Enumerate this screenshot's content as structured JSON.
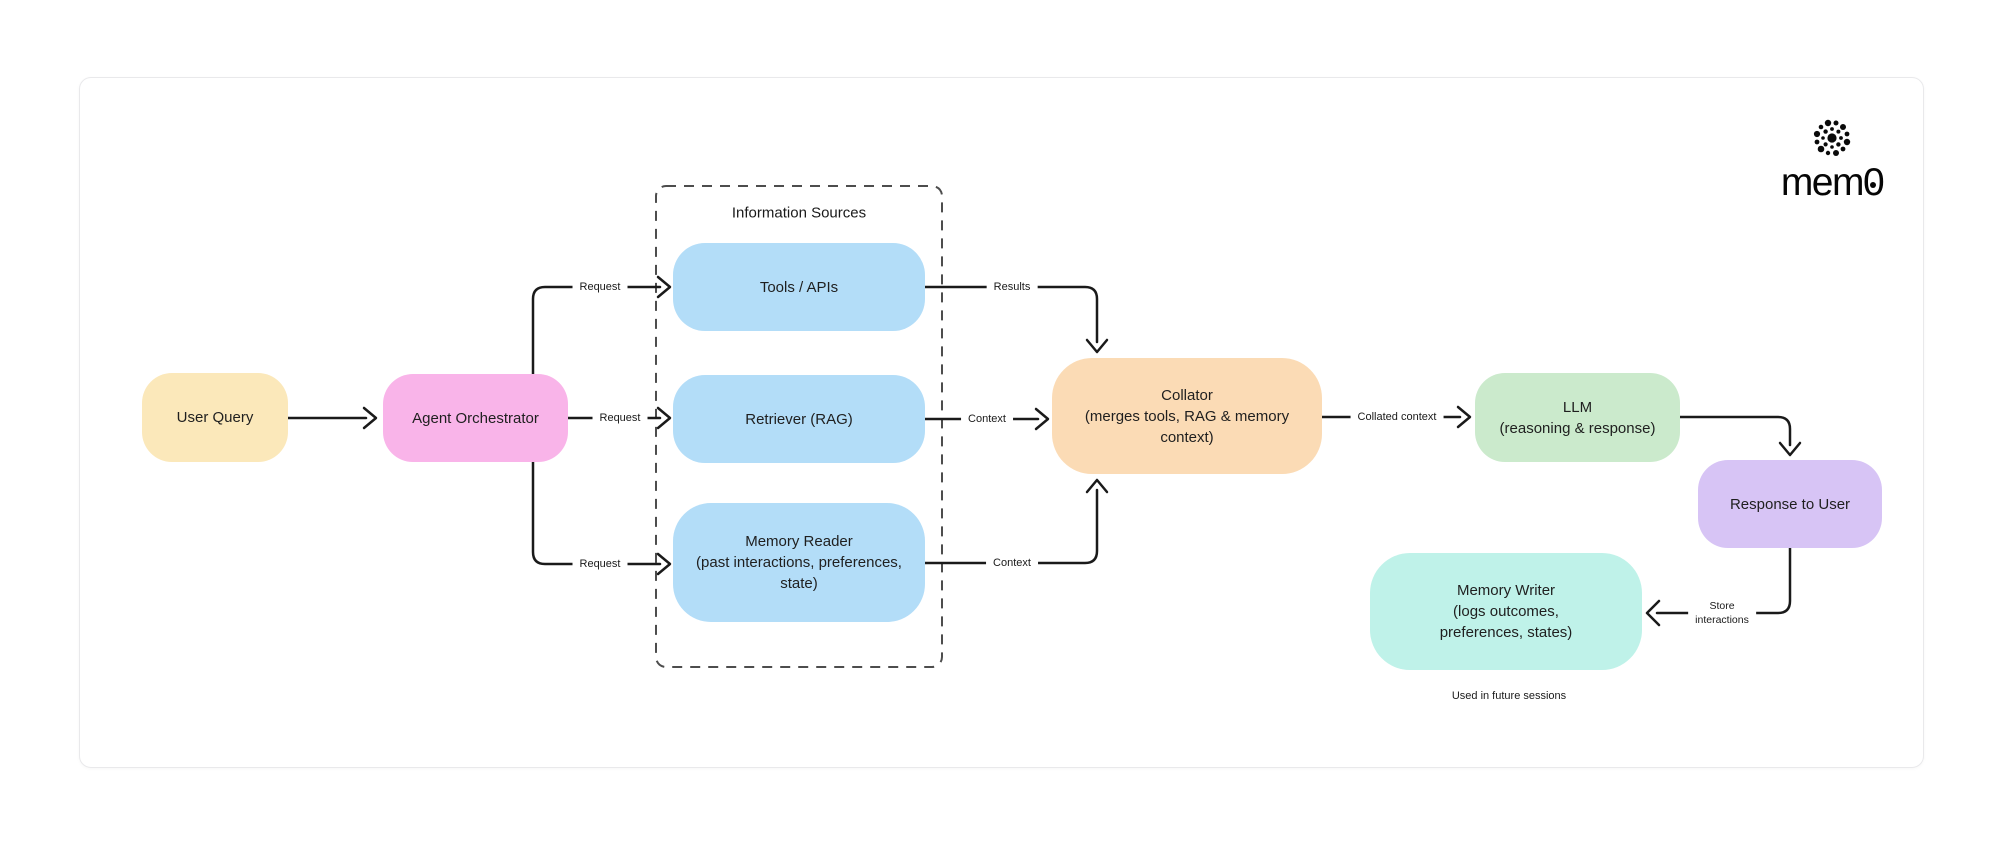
{
  "logo": {
    "wordmark_prefix": "mem",
    "wordmark_suffix": "0"
  },
  "container": {
    "title": "Information Sources"
  },
  "nodes": {
    "user_query": {
      "label": "User Query",
      "color": "#fbe8ba"
    },
    "agent_orchestrator": {
      "label": "Agent Orchestrator",
      "color": "#f9b4e9"
    },
    "tools_apis": {
      "label": "Tools / APIs",
      "color": "#b3ddf8"
    },
    "retriever": {
      "label": "Retriever (RAG)",
      "color": "#b3ddf8"
    },
    "memory_reader": {
      "label": "Memory Reader\n(past interactions, preferences,\nstate)",
      "color": "#b3ddf8"
    },
    "collator": {
      "label": "Collator\n(merges tools, RAG & memory\ncontext)",
      "color": "#fbdbb5"
    },
    "llm": {
      "label": "LLM\n(reasoning & response)",
      "color": "#cbeacc"
    },
    "response_to_user": {
      "label": "Response to User",
      "color": "#d7c4f5"
    },
    "memory_writer": {
      "label": "Memory Writer\n(logs outcomes,\npreferences, states)",
      "color": "#bff2e9"
    }
  },
  "edge_labels": {
    "request_top": "Request",
    "request_mid": "Request",
    "request_bottom": "Request",
    "results": "Results",
    "context_mid": "Context",
    "context_bottom": "Context",
    "collated_context": "Collated context",
    "store_interactions": "Store\ninteractions"
  },
  "footnote": "Used in future sessions",
  "colors": {
    "arrow": "#1a1a1a",
    "dashed_border": "#4d4d4d",
    "card_border": "#e9e9eb",
    "text": "#1f1f1f"
  }
}
